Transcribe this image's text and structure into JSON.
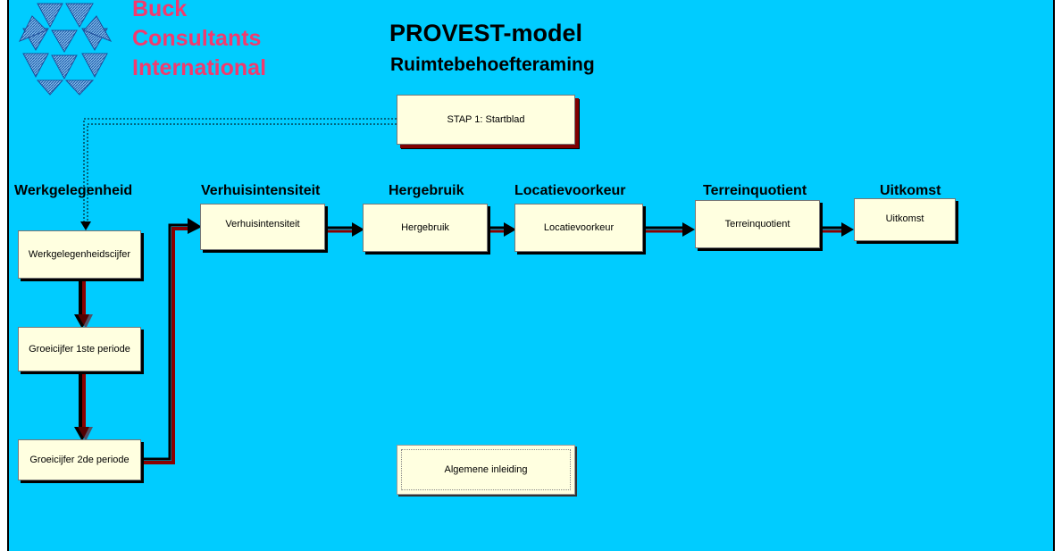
{
  "logo": {
    "line1": "Buck",
    "line2": "Consultants",
    "line3": "International",
    "color": "#f23a6e"
  },
  "header": {
    "title": "PROVEST-model",
    "subtitle": "Ruimtebehoefteraming"
  },
  "start_button": "STAP 1: Startblad",
  "headings": {
    "werkgelegenheid": "Werkgelegenheid",
    "verhuisintensiteit": "Verhuisintensiteit",
    "hergebruik": "Hergebruik",
    "locatievoorkeur": "Locatievoorkeur",
    "terreinquotient": "Terreinquotient",
    "uitkomst": "Uitkomst"
  },
  "buttons": {
    "werkgelegenheidscijfer": "Werkgelegenheidscijfer",
    "groeicijfer1": "Groeicijfer 1ste periode",
    "groeicijfer2": "Groeicijfer 2de periode",
    "verhuisintensiteit": "Verhuisintensiteit",
    "hergebruik": "Hergebruik",
    "locatievoorkeur": "Locatievoorkeur",
    "terreinquotient": "Terreinquotient",
    "uitkomst": "Uitkomst",
    "algemene_inleiding": "Algemene inleiding"
  },
  "colors": {
    "background": "#00ccff",
    "box_fill": "#ffffe0",
    "arrow_shadow": "#8b0000"
  }
}
